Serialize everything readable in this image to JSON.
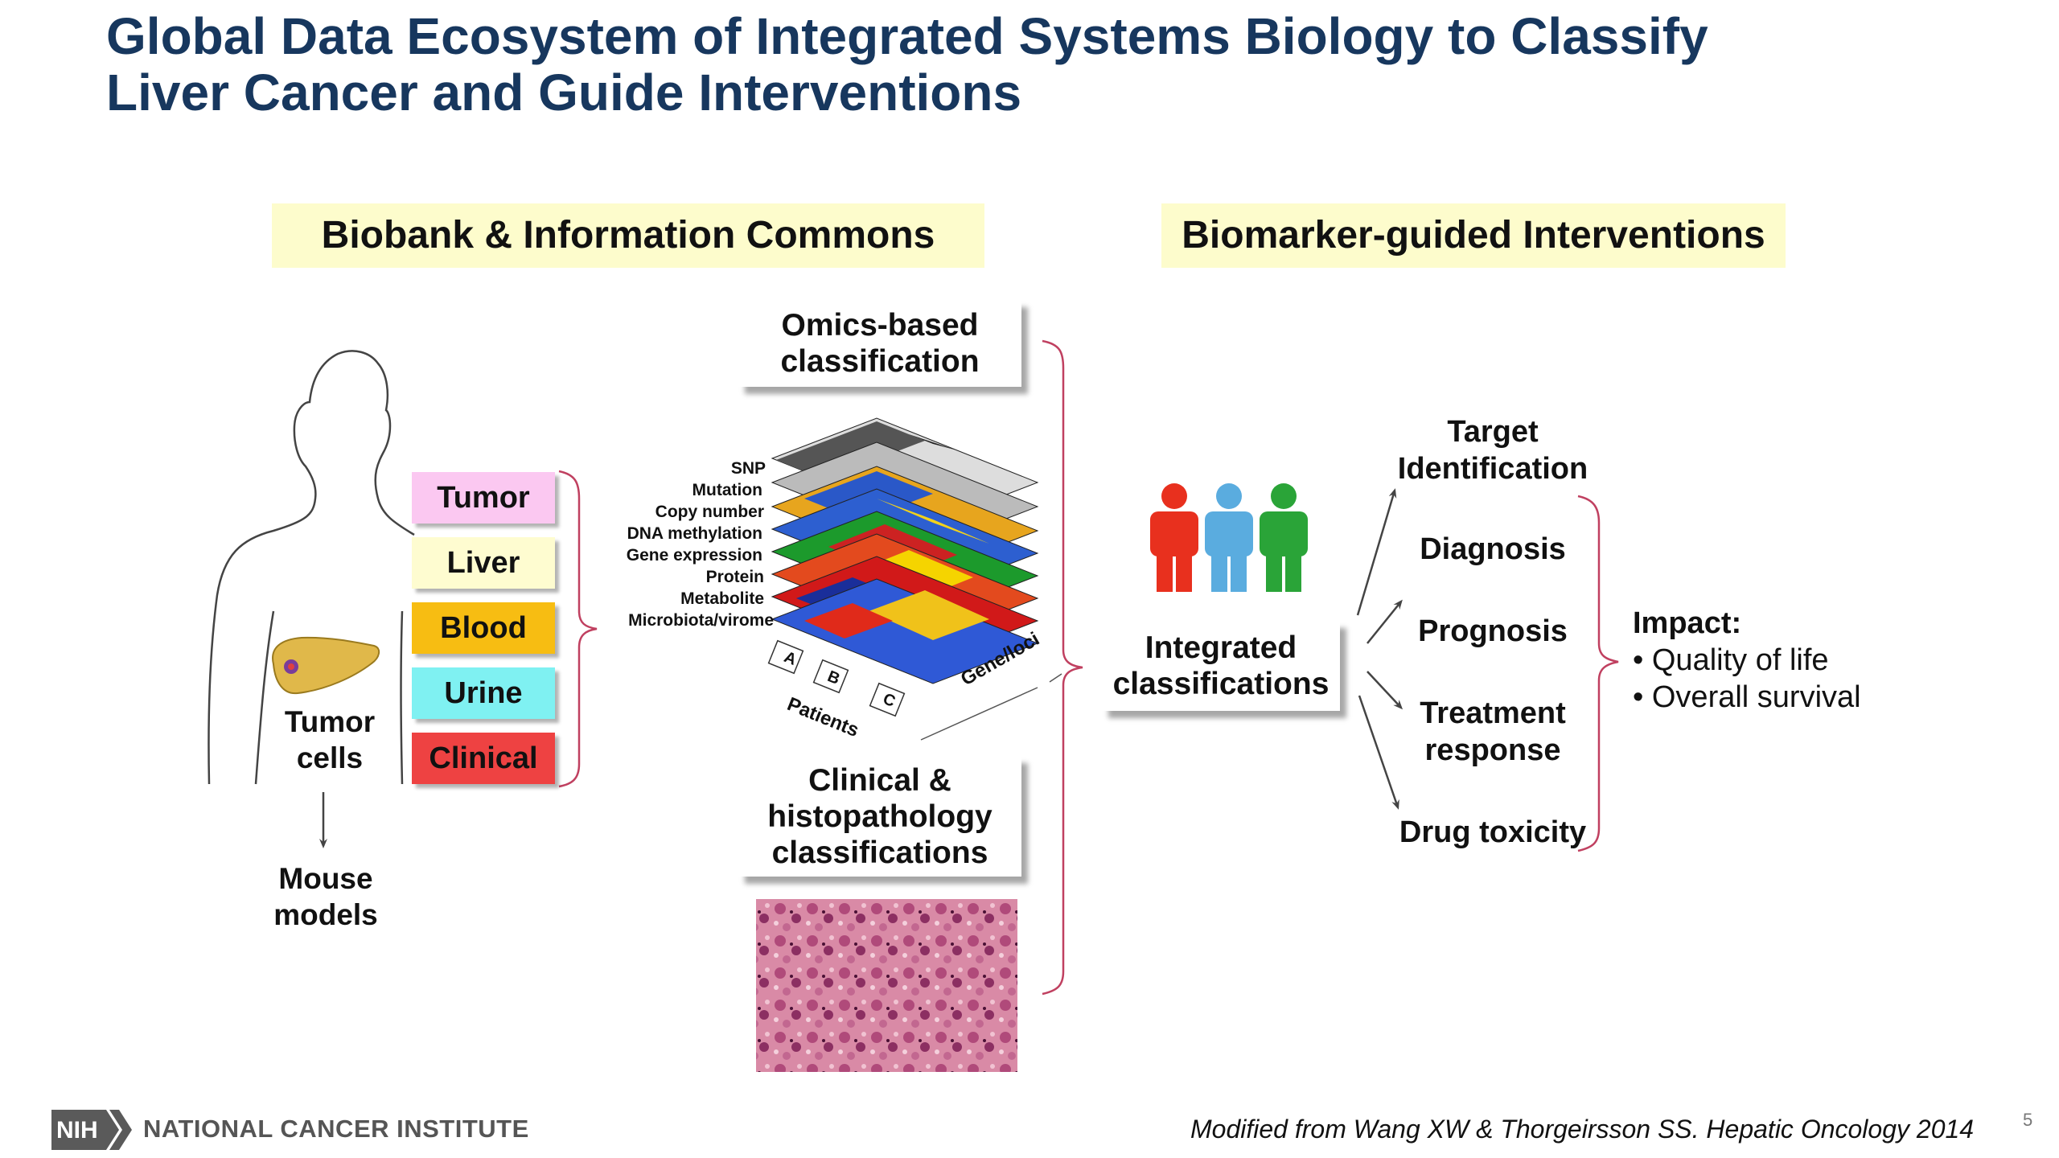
{
  "slide": {
    "title_line1": "Global Data Ecosystem of Integrated Systems Biology to Classify",
    "title_line2": "Liver Cancer and Guide Interventions",
    "section_left": "Biobank & Information Commons",
    "section_right": "Biomarker-guided Interventions",
    "samples": [
      {
        "label": "Tumor",
        "color": "#fbc8f1"
      },
      {
        "label": "Liver",
        "color": "#fefcd0"
      },
      {
        "label": "Blood",
        "color": "#f7bd12"
      },
      {
        "label": "Urine",
        "color": "#7ff1f2"
      },
      {
        "label": "Clinical",
        "color": "#ee4242"
      }
    ],
    "tumor_cells": "Tumor cells",
    "mouse_models": "Mouse models",
    "omics_box": "Omics-based classification",
    "clinical_box": "Clinical & histopathology classifications",
    "omics_layers": [
      "SNP",
      "Mutation",
      "Copy number",
      "DNA methylation",
      "Gene expression",
      "Protein",
      "Metabolite",
      "Microbiota/virome"
    ],
    "heatmap_axis": {
      "patients": "Patients",
      "genes": "Gene/loci",
      "groups": [
        "A",
        "B",
        "C"
      ]
    },
    "integrated_box": "Integrated classifications",
    "people_colors": [
      "#e8301e",
      "#5aacdf",
      "#2aa438"
    ],
    "outcomes": [
      "Target Identification",
      "Diagnosis",
      "Prognosis",
      "Treatment response",
      "Drug toxicity"
    ],
    "impact": {
      "heading": "Impact:",
      "items": [
        "Quality of life",
        "Overall survival"
      ]
    },
    "footer": {
      "logo_text": "NIH",
      "org": "NATIONAL CANCER INSTITUTE",
      "citation": "Modified from Wang XW & Thorgeirsson SS. Hepatic Oncology 2014",
      "page_number": "5"
    }
  }
}
